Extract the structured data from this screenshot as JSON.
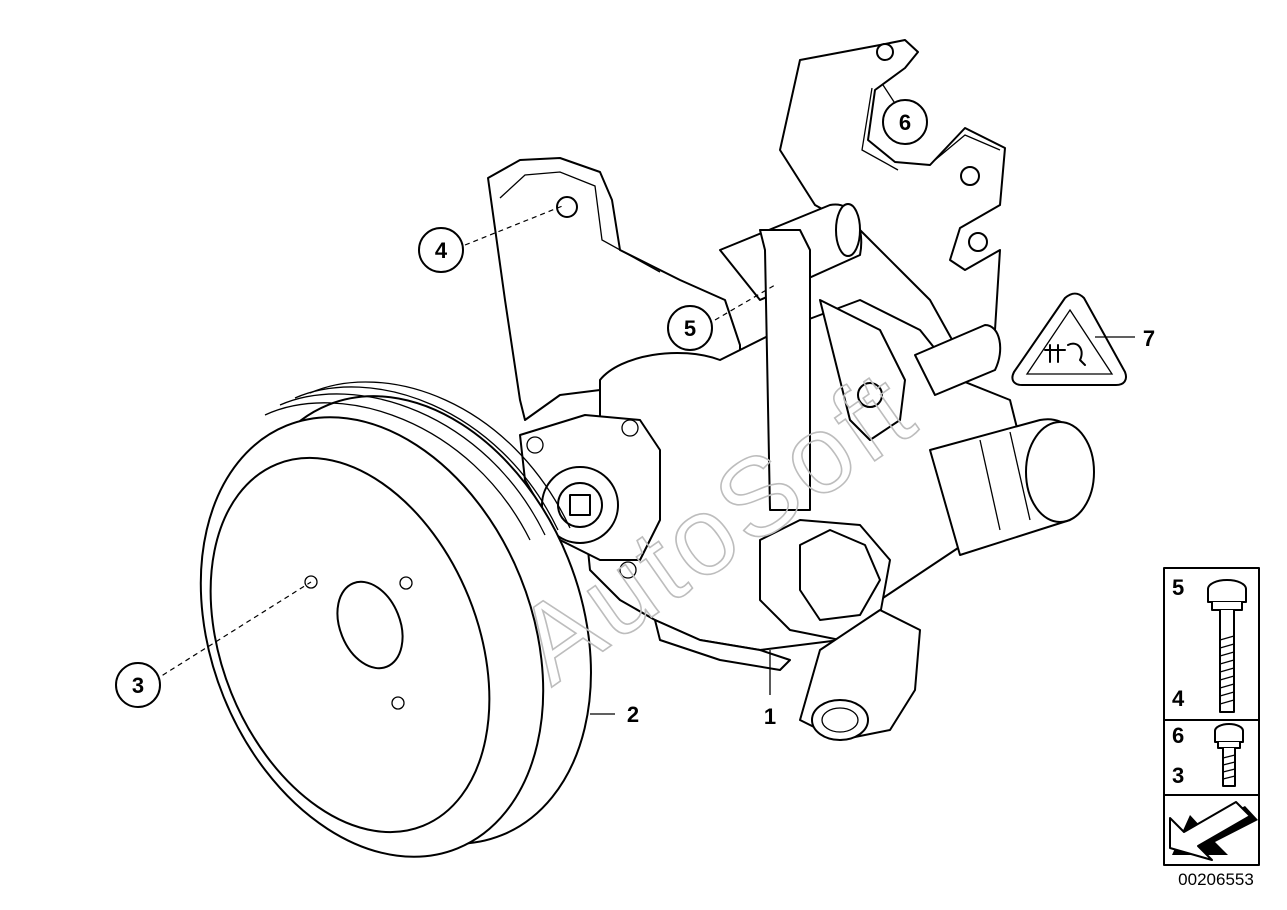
{
  "callouts": {
    "pump": "1",
    "pulley": "2",
    "pulley_bolt_hole": "3",
    "bracket_bolt_hole": "4",
    "pump_bolt": "5",
    "upper_bracket": "6",
    "warning_symbol": "7"
  },
  "legend": {
    "long_bolt_top": "5",
    "long_bolt_bottom": "4",
    "short_bolt_top": "6",
    "short_bolt_bottom": "3"
  },
  "watermark": "AutoSoft",
  "document_number": "00206553"
}
